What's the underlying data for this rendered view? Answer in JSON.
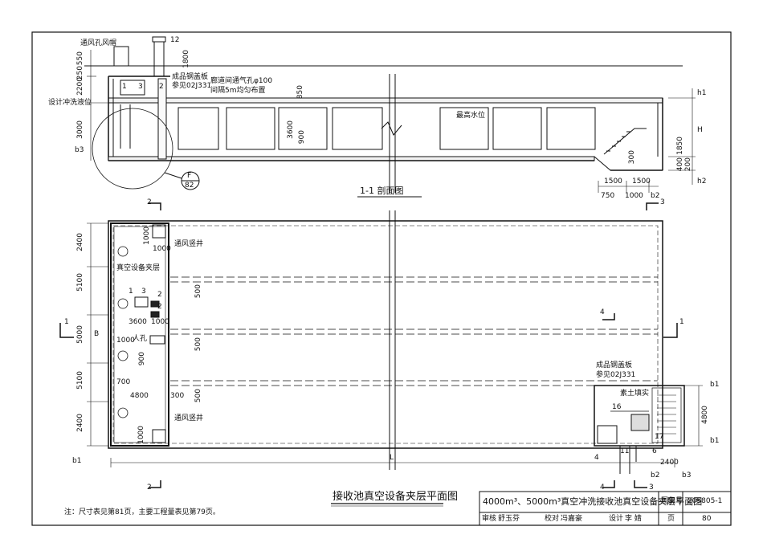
{
  "section": {
    "title": "1-1 剖面图",
    "vent_cap_label": "通风孔风帽",
    "vent_cap_no": "12",
    "flush_level_label": "设计冲洗液位",
    "steel_cover_label": "成品钢盖板",
    "steel_cover_ref": "参见02J331",
    "corridor_vent_label": "廊道间通气孔φ100",
    "corridor_vent_spacing": "间隔5m均匀布置",
    "max_water_label": "最高水位",
    "detail_ref_top": "F",
    "detail_ref_bottom": "82",
    "item_1": "1",
    "item_3": "3",
    "item_2": "2",
    "dims_left": [
      "550",
      "2200",
      "250",
      "3000"
    ],
    "b3": "b3",
    "dim_1800": "1800",
    "dim_850": "850",
    "dim_3600": "3600",
    "dim_900": "900",
    "dim_300": "300",
    "dim_1850": "1850",
    "dim_400": "400",
    "dim_200": "200",
    "h1": "h1",
    "H": "H",
    "h2": "h2",
    "bottom_dims_top": [
      "1500",
      "1500"
    ],
    "bottom_dims": [
      "750",
      "1000"
    ],
    "b2": "b2"
  },
  "plan": {
    "title": "接收池真空设备夹层平面图",
    "note": "注：尺寸表见第81页，主要工程量表见第79页。",
    "vacuum_mezz_label": "真空设备夹层",
    "vent_shaft_label": "通风竖井",
    "manhole_label": "人孔",
    "steel_cover_label": "成品钢盖板",
    "steel_cover_ref": "参见02J331",
    "backfill_label": "素土填实",
    "left_dims": [
      "2400",
      "5100",
      "5000",
      "5100",
      "2400"
    ],
    "B": "B",
    "dims_internal": [
      "1000",
      "1000",
      "3600",
      "1000",
      "1000",
      "900",
      "700",
      "4800",
      "300",
      "1000"
    ],
    "dim_500": "500",
    "items": [
      "1",
      "3",
      "2",
      "2"
    ],
    "right_items": [
      "16",
      "17",
      "11",
      "6",
      "4"
    ],
    "right_dims": [
      "4800",
      "2400"
    ],
    "L": "L",
    "b1": "b1",
    "b2": "b2",
    "b3": "b3",
    "cut_1": "1",
    "cut_2": "2",
    "cut_3": "3",
    "cut_4": "4"
  },
  "title_block": {
    "title": "4000m³、5000m³真空冲洗接收池真空设备夹层平面图",
    "atlas_label": "图集号",
    "atlas_no": "20S805-1",
    "review_label": "审核",
    "reviewer": "舒玉芬",
    "check_label": "校对",
    "checker": "冯嘉豪",
    "design_label": "设计",
    "designer": "李 婧",
    "page_label": "页",
    "page_no": "80"
  }
}
